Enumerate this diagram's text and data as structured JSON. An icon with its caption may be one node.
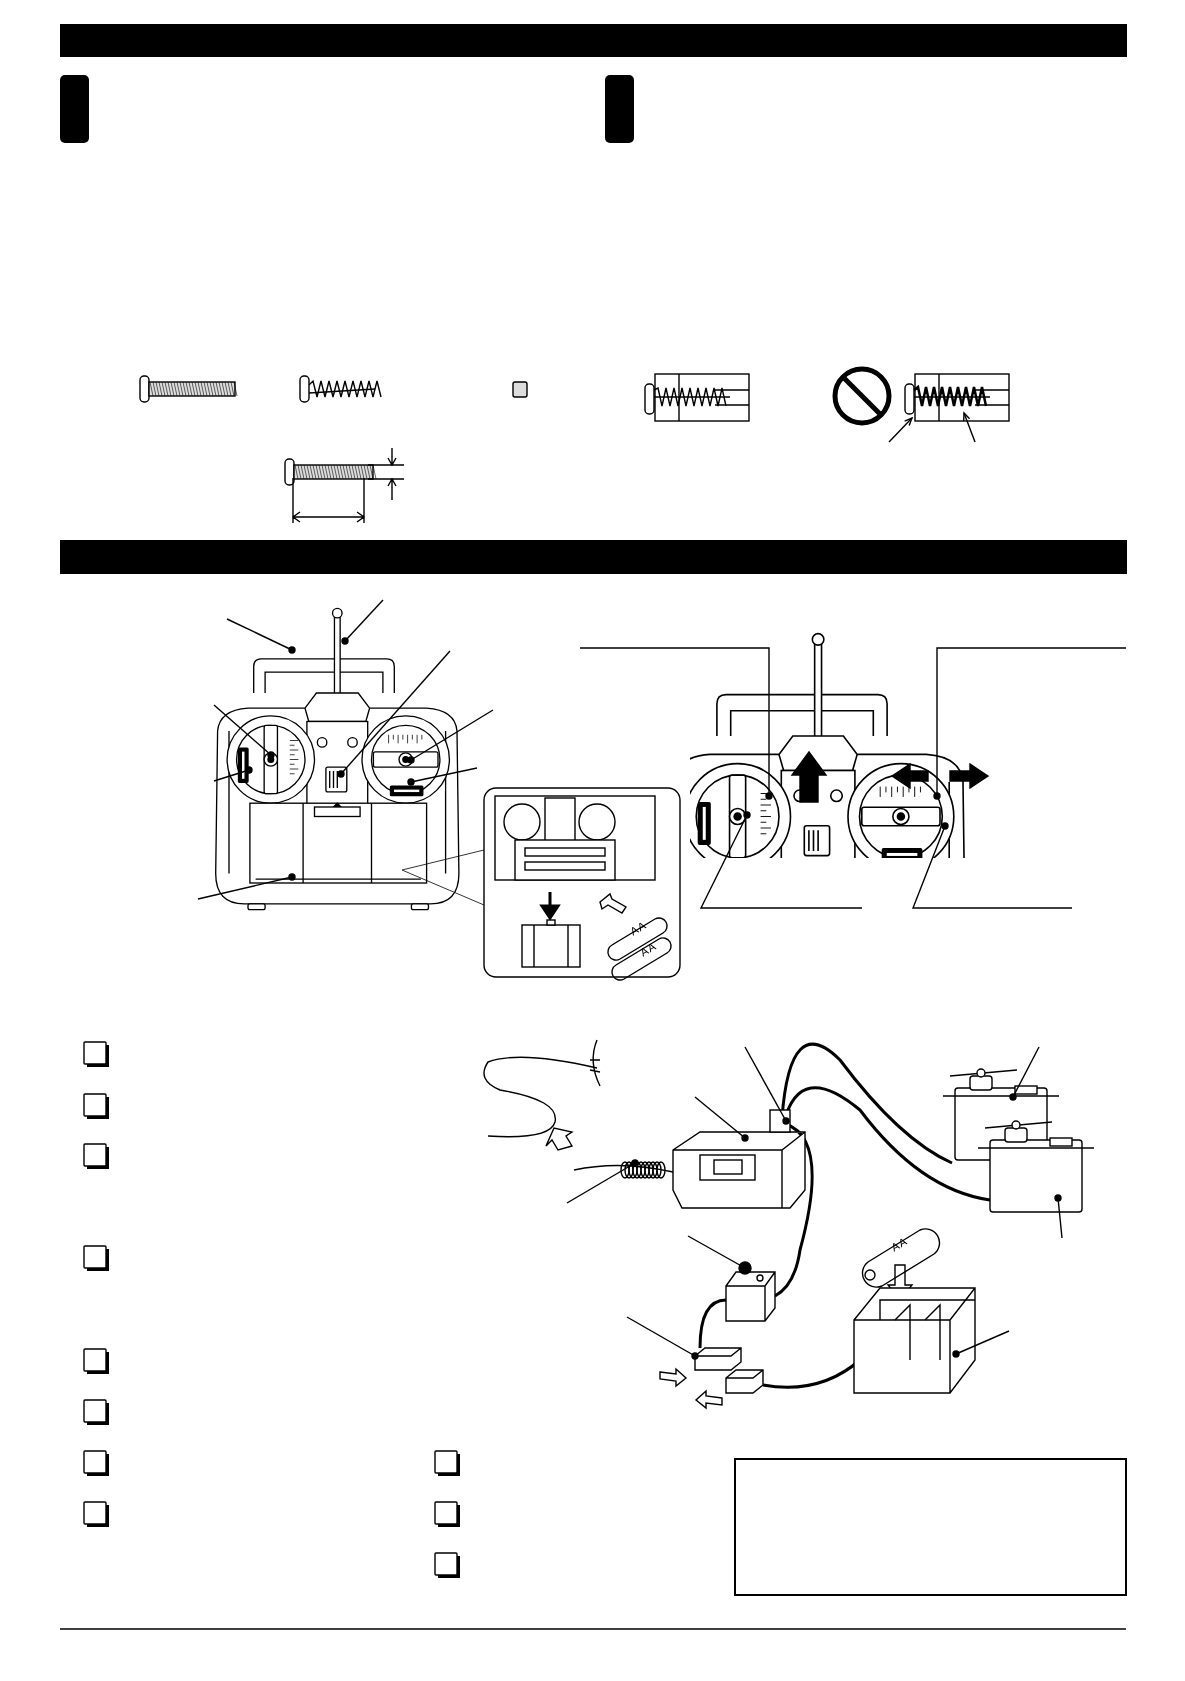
{
  "diagram": {
    "nodes": [
      {
        "text": [],
        "shape": "box"
      }
    ],
    "labels": [
      "AA",
      "AA",
      "AA"
    ]
  }
}
